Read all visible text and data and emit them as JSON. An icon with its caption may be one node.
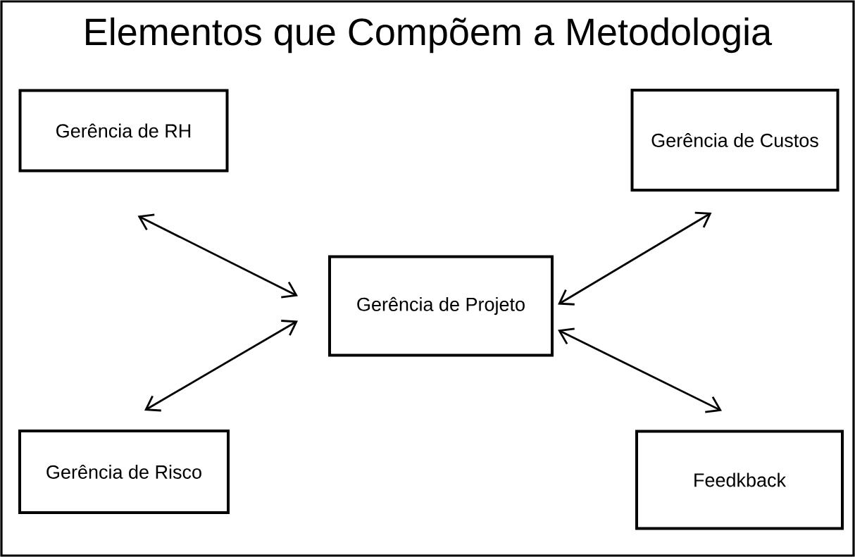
{
  "diagram": {
    "title": "Elementos que Compõem a Metodologia",
    "nodes": [
      {
        "text": [
          "Gerência de RH"
        ]
      },
      {
        "text": [
          "Gerência de Custos"
        ]
      },
      {
        "text": [
          "Gerência de Projeto"
        ]
      },
      {
        "text": [
          "Gerência de Risco"
        ]
      },
      {
        "text": [
          "Feedkback"
        ]
      }
    ],
    "edges": [
      {
        "from": 0,
        "to": 2,
        "arrow": "both"
      },
      {
        "from": 1,
        "to": 2,
        "arrow": "both"
      },
      {
        "from": 3,
        "to": 2,
        "arrow": "both"
      },
      {
        "from": 2,
        "to": 4,
        "arrow": "both"
      }
    ]
  }
}
